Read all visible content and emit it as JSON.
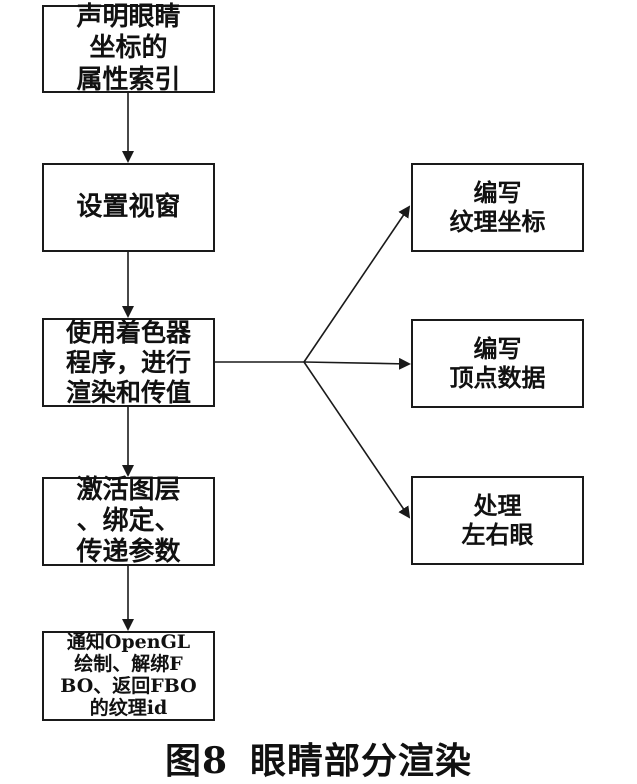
{
  "diagram": {
    "left_column": [
      {
        "id": "declare",
        "lines": [
          "声明眼睛",
          "坐标的",
          "属性索引"
        ]
      },
      {
        "id": "viewport",
        "lines": [
          "设置视窗"
        ]
      },
      {
        "id": "shader",
        "lines": [
          "使用着色器",
          "程序，进行",
          "渲染和传值"
        ]
      },
      {
        "id": "activate",
        "lines": [
          "激活图层",
          "、绑定、",
          "传递参数"
        ]
      },
      {
        "id": "notify",
        "lines": [
          "通知OpenGL",
          "绘制、解绑F",
          "BO、返回FBO",
          "的纹理id"
        ]
      }
    ],
    "right_column": [
      {
        "id": "texcoord",
        "lines": [
          "编写",
          "纹理坐标"
        ]
      },
      {
        "id": "vertex",
        "lines": [
          "编写",
          "顶点数据"
        ]
      },
      {
        "id": "eyes",
        "lines": [
          "处理",
          "左右眼"
        ]
      }
    ]
  },
  "caption": {
    "number": "图8",
    "title": "眼睛部分渲染"
  }
}
